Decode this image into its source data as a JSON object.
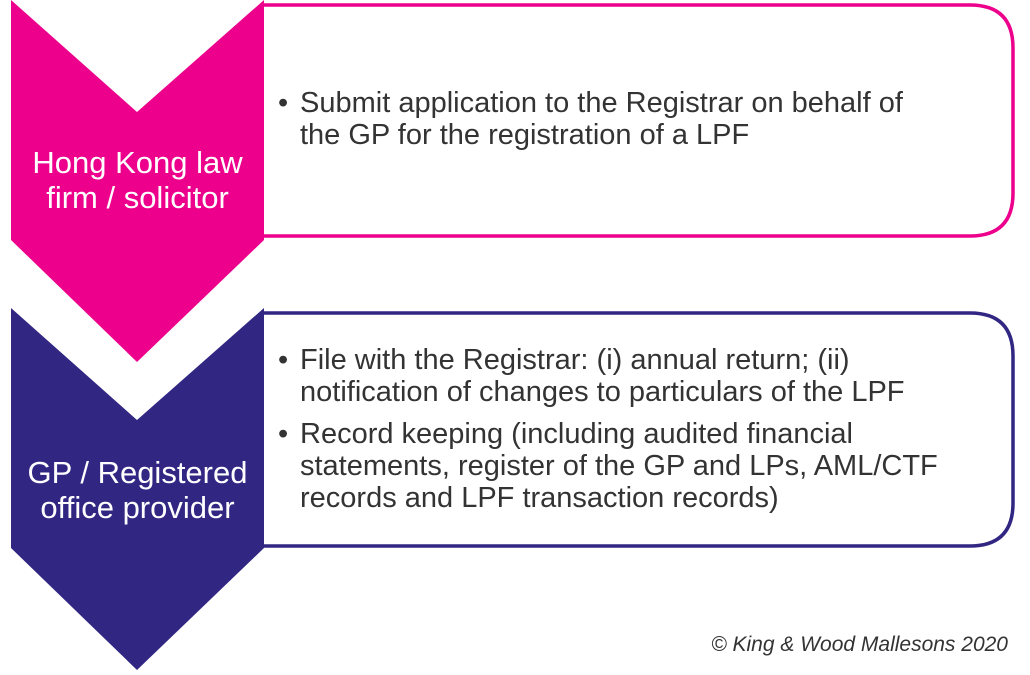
{
  "colors": {
    "step1": "#ec008c",
    "step2": "#312783",
    "text": "#333333",
    "label": "#ffffff"
  },
  "steps": [
    {
      "label_lines": [
        "Hong Kong law",
        "firm / solicitor"
      ],
      "bullets": [
        [
          "Submit application to the Registrar on behalf of",
          "the GP for the registration of a LPF"
        ]
      ]
    },
    {
      "label_lines": [
        "GP / Registered",
        "office provider"
      ],
      "bullets": [
        [
          "File with the Registrar: (i) annual return; (ii)",
          "notification of changes to particulars of the LPF"
        ],
        [
          "Record keeping (including audited financial",
          "statements, register of the GP and LPs, AML/CTF",
          "records and LPF transaction records)"
        ]
      ]
    }
  ],
  "bullet_char": "•",
  "copyright": "© King & Wood Mallesons 2020"
}
